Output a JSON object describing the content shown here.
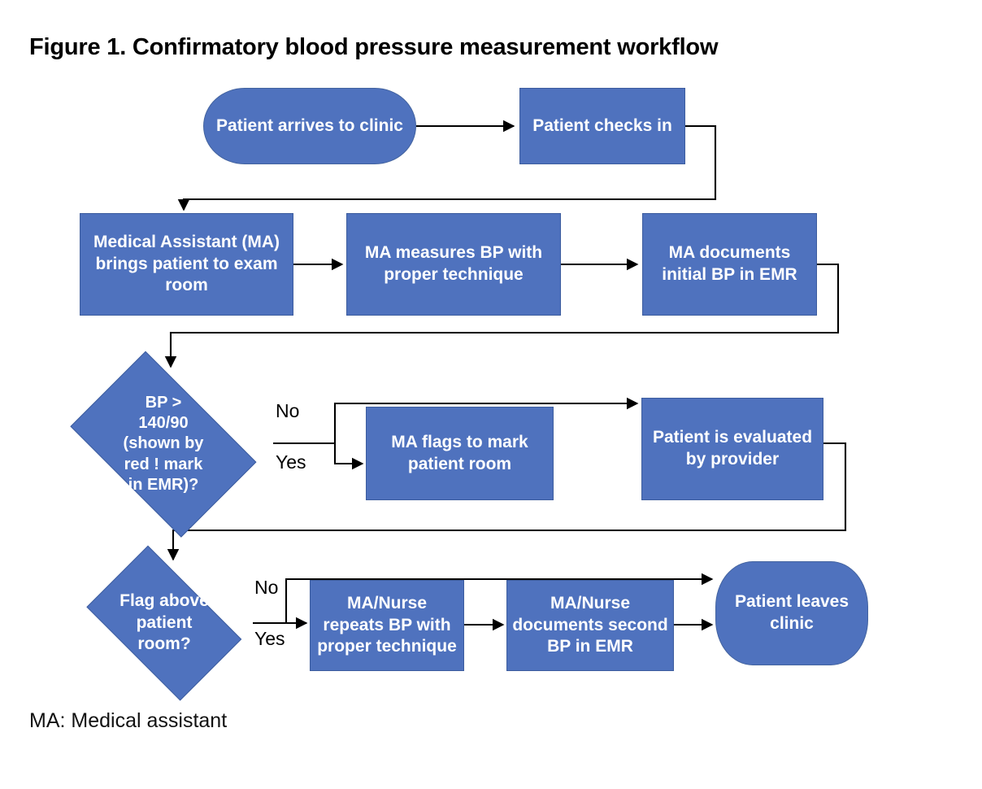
{
  "figure": {
    "title": "Figure 1. Confirmatory blood pressure measurement workflow",
    "footnote": "MA: Medical assistant"
  },
  "theme": {
    "node_fill": "#4F72BE",
    "node_border": "#3C5C9E",
    "node_text": "#FFFFFF",
    "connector": "#000000",
    "page_background": "#FFFFFF",
    "label_text": "#000000"
  },
  "chart_data": {
    "type": "diagram",
    "diagram_type": "flowchart",
    "title": "Figure 1. Confirmatory blood pressure measurement workflow",
    "footnote": "MA: Medical assistant",
    "nodes": [
      {
        "id": "n1",
        "shape": "terminator",
        "label": "Patient arrives to clinic"
      },
      {
        "id": "n2",
        "shape": "process",
        "label": "Patient checks in"
      },
      {
        "id": "n3",
        "shape": "process",
        "label": "Medical Assistant (MA)\nbrings patient to exam\nroom"
      },
      {
        "id": "n4",
        "shape": "process",
        "label": "MA measures BP with\nproper technique"
      },
      {
        "id": "n5",
        "shape": "process",
        "label": "MA documents\ninitial BP in EMR"
      },
      {
        "id": "n6",
        "shape": "decision",
        "label": "BP >\n140/90\n(shown by\nred ! mark\nin EMR)?"
      },
      {
        "id": "n7",
        "shape": "process",
        "label": "MA flags to mark\npatient room"
      },
      {
        "id": "n8",
        "shape": "process",
        "label": "Patient is evaluated\nby provider"
      },
      {
        "id": "n9",
        "shape": "decision",
        "label": "Flag above\npatient\nroom?"
      },
      {
        "id": "n10",
        "shape": "process",
        "label": "MA/Nurse\nrepeats BP with\nproper technique"
      },
      {
        "id": "n11",
        "shape": "process",
        "label": "MA/Nurse\ndocuments second\nBP in EMR"
      },
      {
        "id": "n12",
        "shape": "terminator",
        "label": "Patient leaves\nclinic"
      }
    ],
    "edges": [
      {
        "from": "n1",
        "to": "n2",
        "label": ""
      },
      {
        "from": "n2",
        "to": "n3",
        "label": ""
      },
      {
        "from": "n3",
        "to": "n4",
        "label": ""
      },
      {
        "from": "n4",
        "to": "n5",
        "label": ""
      },
      {
        "from": "n5",
        "to": "n6",
        "label": ""
      },
      {
        "from": "n6",
        "to": "n8",
        "label": "No"
      },
      {
        "from": "n6",
        "to": "n7",
        "label": "Yes"
      },
      {
        "from": "n8",
        "to": "n9",
        "label": ""
      },
      {
        "from": "n9",
        "to": "n12",
        "label": "No"
      },
      {
        "from": "n9",
        "to": "n10",
        "label": "Yes"
      },
      {
        "from": "n10",
        "to": "n11",
        "label": ""
      },
      {
        "from": "n11",
        "to": "n12",
        "label": ""
      }
    ],
    "branch_labels": [
      "No",
      "Yes",
      "No",
      "Yes"
    ]
  },
  "nodes": {
    "patient_arrives": "Patient arrives to clinic",
    "patient_checks_in": "Patient checks in",
    "ma_brings_patient": "Medical Assistant (MA)\nbrings patient to exam\nroom",
    "ma_measures_bp": "MA measures BP with\nproper technique",
    "ma_documents_initial": "MA documents\ninitial BP in EMR",
    "bp_decision": "BP >\n140/90\n(shown by\nred ! mark\nin EMR)?",
    "ma_flags_room": "MA flags to mark\npatient room",
    "patient_evaluated": "Patient is evaluated\nby provider",
    "flag_decision": "Flag above\npatient\nroom?",
    "repeats_bp": "MA/Nurse\nrepeats BP with\nproper technique",
    "documents_second_bp": "MA/Nurse\ndocuments second\nBP in EMR",
    "patient_leaves": "Patient leaves\nclinic"
  },
  "branches": {
    "bp_no": "No",
    "bp_yes": "Yes",
    "flag_no": "No",
    "flag_yes": "Yes"
  }
}
